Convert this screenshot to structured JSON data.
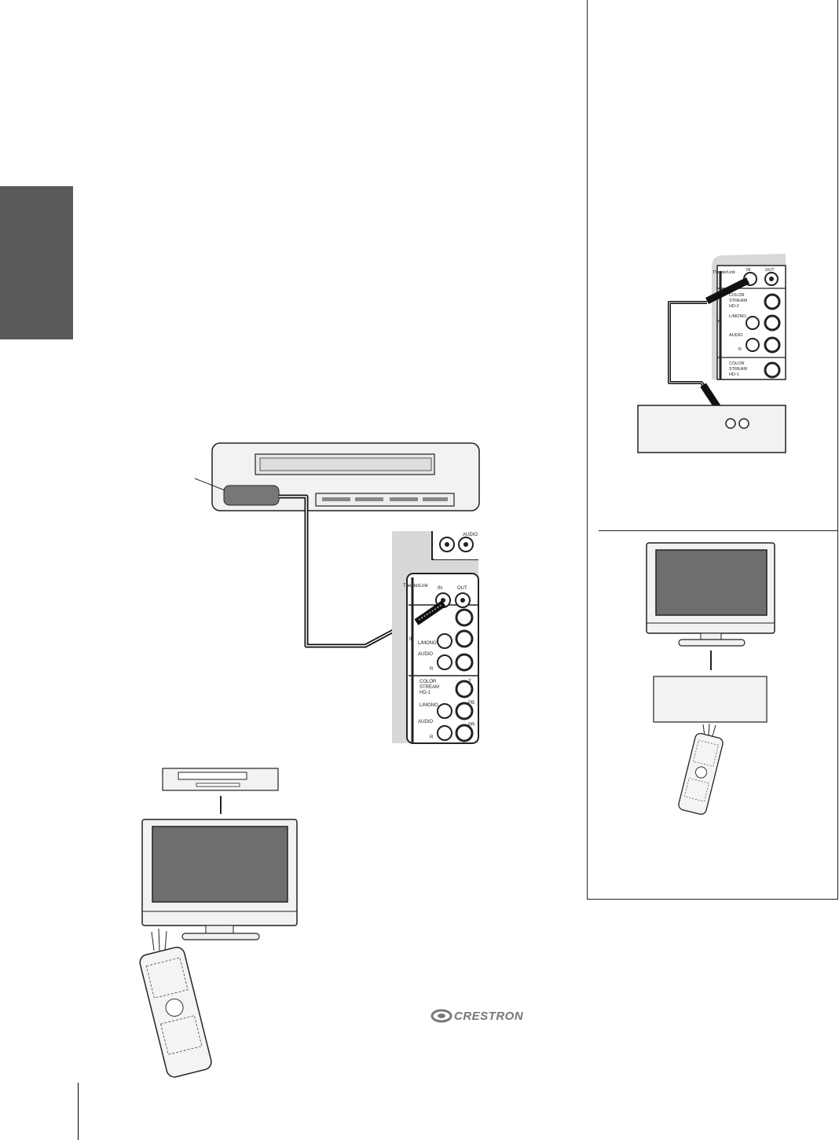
{
  "crestron_logo": {
    "text": "CRESTRON",
    "color": "#777777"
  },
  "panel_labels": {
    "theaterlink": "TheaterLink",
    "in": "IN",
    "out": "OUT",
    "color_stream": "COLOR",
    "stream": "STREAM",
    "hd2": "HD-2",
    "hd1": "HD-1",
    "lmono": "L/MONO",
    "audio": "AUDIO",
    "r": "R",
    "y": "Y",
    "pb": "PB",
    "pr": "PR",
    "side_in": "IN",
    "audio_top": "AUDIO"
  },
  "colors": {
    "side_tab": "#5a5a5a",
    "screen": "#6e6e6e",
    "device": "#f0f0f0"
  }
}
